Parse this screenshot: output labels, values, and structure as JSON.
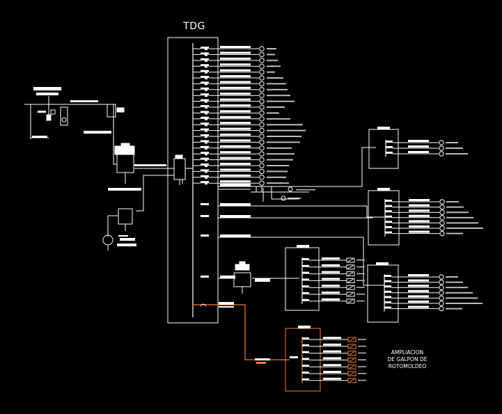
{
  "diagram": {
    "title": "TDG",
    "note_lines": [
      "AMPLIACION",
      "DE GALPON DE",
      "ROTOMOLDEO"
    ],
    "colors": {
      "background": "#000000",
      "wire": "#ffffff",
      "label_bar": "#bdbdbd",
      "highlight": "#f07c28"
    },
    "main_board": {
      "branch_circuits": 24
    },
    "sub_boards": [
      {
        "name": "sub-board-1",
        "circuits": 3,
        "load_icon": "lamp"
      },
      {
        "name": "sub-board-2",
        "circuits": 7,
        "load_icon": "lamp"
      },
      {
        "name": "sub-board-3",
        "circuits": 7,
        "load_icon": "lamp"
      },
      {
        "name": "sub-board-4",
        "circuits": 7,
        "load_icon": "socket"
      },
      {
        "name": "sub-board-ampliacion",
        "circuits": 7,
        "load_icon": "socket"
      }
    ]
  }
}
